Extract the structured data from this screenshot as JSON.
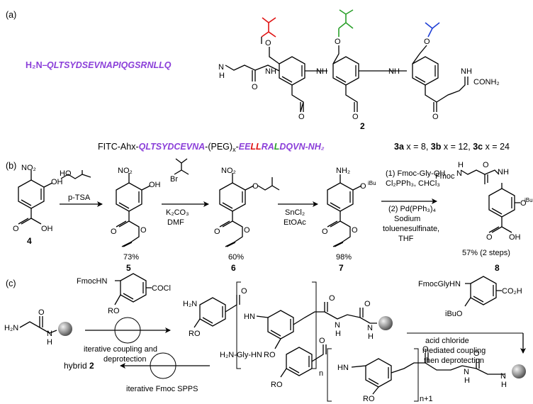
{
  "panels": {
    "a": "(a)",
    "b": "(b)",
    "c": "(c)"
  },
  "panel_a": {
    "peptide_prefix": "H₂N–",
    "peptide_seq": "QLTSYDSEVNAPIQGSRNLLQ",
    "nh": "N",
    "nh_h": "H",
    "amide_nh": "NH",
    "o": "O",
    "conh2": "CONH₂",
    "compound": "2",
    "sidechain_colors": [
      "#e01414",
      "#2aa02a",
      "#1f3fd6"
    ],
    "fitc_prefix": "FITC-Ahx-",
    "fitc_seq1": "QLTSYDCEVNA",
    "fitc_mid": "-(PEG)",
    "fitc_x": "x",
    "fitc_dash": "-",
    "fitc_seq2a": "EE",
    "fitc_seq2b": "LL",
    "fitc_seq2c": "RA",
    "fitc_seq2d": "L",
    "fitc_seq2e": "DQVN-NH₂",
    "variants": "3a x = 8, 3b x = 12, 3c x = 24",
    "v3a": "3a",
    "v3a_t": " x = 8, ",
    "v3b": "3b",
    "v3b_t": " x = 12, ",
    "v3c": "3c",
    "v3c_t": " x = 24"
  },
  "panel_b": {
    "allyl_ho": "HO",
    "ptsa": "p-TSA",
    "br": "Br",
    "k2co3": "K₂CO₃",
    "dmf": "DMF",
    "sncl2": "SnCl₂",
    "etoac": "EtOAc",
    "step1": "(1) Fmoc-Gly-OH",
    "step1b": "Cl₂PPh₃, CHCl₃",
    "step2": "(2) Pd(PPh₃)₄",
    "step2b": "Sodium",
    "step2c": "toluenesulfinate,",
    "step2d": "THF",
    "no2": "NO₂",
    "nh2": "NH₂",
    "oh": "OH",
    "o": "O",
    "obu": "O",
    "ibu": "iBu",
    "fmoc": "Fmoc",
    "h": "H",
    "n": "N",
    "nh": "NH",
    "cooh_oh": "OH",
    "c4": "4",
    "c5": "5",
    "c6": "6",
    "c7": "7",
    "c8": "8",
    "y5": "73%",
    "y6": "60%",
    "y7": "98%",
    "y8": "57% (2 steps)"
  },
  "panel_c": {
    "h2n": "H₂N",
    "o": "O",
    "n": "N",
    "h": "H",
    "fmochn": "FmocHN",
    "cocl": "COCl",
    "ro": "RO",
    "cycle1": "iterative coupling and",
    "cycle1b": "deprotection",
    "hn": "HN",
    "n_sub": "n",
    "fmocglyhn": "FmocGlyHN",
    "co2h": "CO₂H",
    "ibuo": "iBuO",
    "acid1": "acid chloride",
    "acid2": "mediated coupling",
    "acid3": "then deprotection",
    "h2ngly": "H₂N-Gly-HN",
    "n1_sub": "n+1",
    "hybrid": "hybrid 2",
    "hybrid_a": "hybrid ",
    "hybrid_b": "2",
    "cycle2": "iterative Fmoc SPPS"
  }
}
